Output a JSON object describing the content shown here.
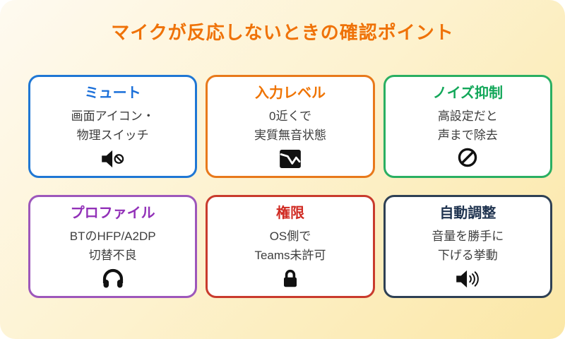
{
  "page": {
    "title": "マイクが反応しないときの確認ポイント",
    "title_color": "#ef7208",
    "background_start": "#fefaf0",
    "background_end": "#fbe7a6",
    "body_text_color": "#3d3d3d",
    "icon_color": "#111111"
  },
  "cards": [
    {
      "title": "ミュート",
      "line1": "画面アイコン・",
      "line2": "物理スイッチ",
      "accent": "#1f77d4",
      "title_color": "#1a6fd9",
      "icon": "muted-speaker-icon"
    },
    {
      "title": "入力レベル",
      "line1": "0近くで",
      "line2": "実質無音状態",
      "accent": "#e8791b",
      "title_color": "#ef7300",
      "icon": "declining-level-chart-icon"
    },
    {
      "title": "ノイズ抑制",
      "line1": "高設定だと",
      "line2": "声まで除去",
      "accent": "#2aaf62",
      "title_color": "#12a759",
      "icon": "prohibition-icon"
    },
    {
      "title": "プロファイル",
      "line1": "BTのHFP/A2DP",
      "line2": "切替不良",
      "accent": "#9d57bb",
      "title_color": "#9231b8",
      "icon": "headphones-icon"
    },
    {
      "title": "権限",
      "line1": "OS側で",
      "line2": "Teams未許可",
      "accent": "#c93b2d",
      "title_color": "#d02a22",
      "icon": "lock-icon"
    },
    {
      "title": "自動調整",
      "line1": "音量を勝手に",
      "line2": "下げる挙動",
      "accent": "#2e4054",
      "title_color": "#203450",
      "icon": "speaker-volume-icon"
    }
  ]
}
